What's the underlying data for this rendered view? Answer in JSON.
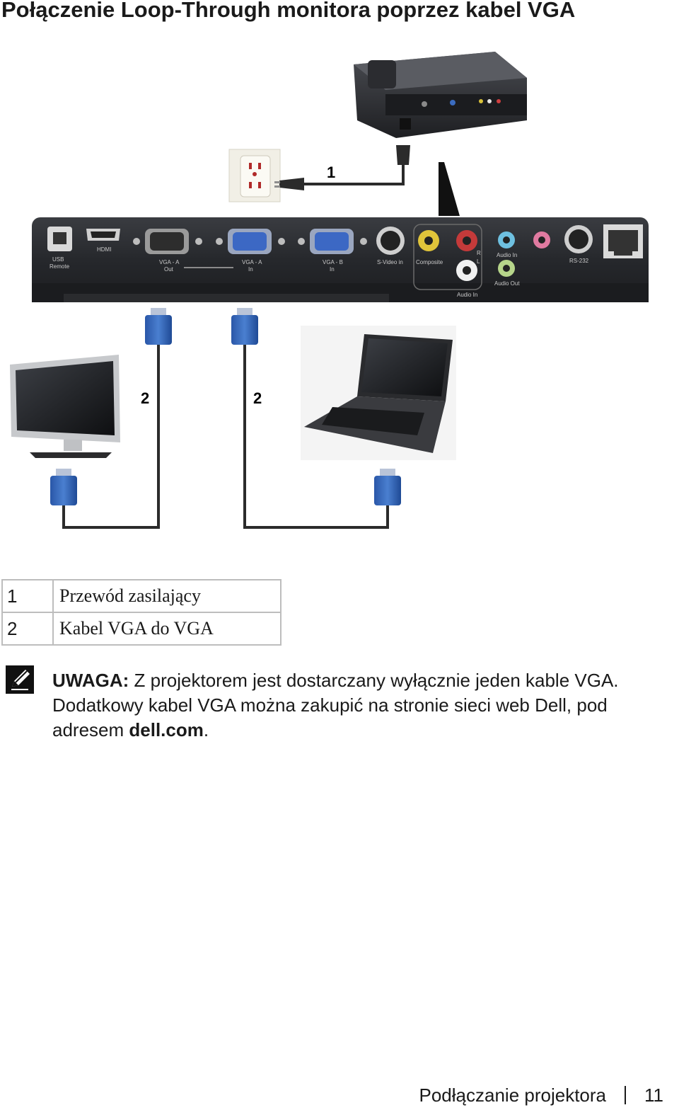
{
  "page": {
    "title": "Połączenie Loop-Through monitora poprzez kabel VGA"
  },
  "diagram": {
    "callouts": [
      "1",
      "2",
      "2"
    ],
    "panel_labels": {
      "usb": "USB",
      "usb_sub": "Remote",
      "hdmi": "HDMI",
      "vga_a_out": "VGA - A",
      "vga_a_out_sub": "Out",
      "vga_a_in": "VGA - A",
      "vga_a_in_sub": "In",
      "vga_b_in": "VGA - B",
      "vga_b_in_sub": "In",
      "svideo": "S-Video in",
      "composite": "Composite",
      "r": "R",
      "l": "L",
      "audio_in_rca": "Audio In",
      "audio_in": "Audio In",
      "audio_out": "Audio Out",
      "rs232": "RS-232"
    },
    "colors": {
      "cable": "#2b2b2b",
      "vga_plug": "#2e5fb0",
      "panel": "#2a2c30"
    },
    "icons": [
      "projector-image",
      "wall-outlet-image",
      "power-plug-image",
      "monitor-image",
      "laptop-image",
      "vga-connector-icon"
    ]
  },
  "legend": [
    {
      "num": "1",
      "desc": "Przewód zasilający"
    },
    {
      "num": "2",
      "desc": "Kabel VGA do VGA"
    }
  ],
  "note": {
    "icon": "pencil-note-icon",
    "lead": "UWAGA:",
    "text": " Z projektorem jest dostarczany wyłącznie jeden kable VGA. Dodatkowy kabel VGA można zakupić na stronie sieci web Dell, pod adresem ",
    "link": "dell.com",
    "tail": "."
  },
  "footer": {
    "section": "Podłączanie projektora",
    "page_number": "11"
  }
}
